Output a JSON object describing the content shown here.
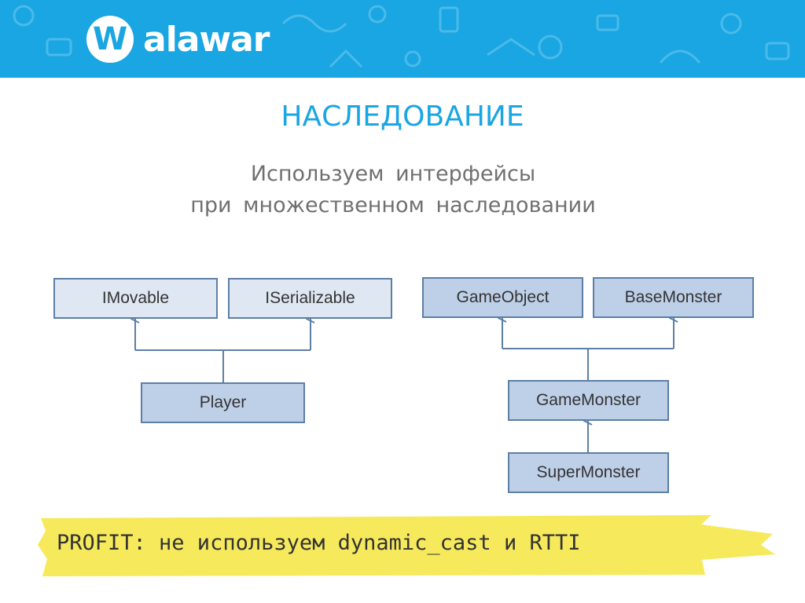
{
  "header": {
    "logo_letter": "W",
    "brand_name": "alawar",
    "brand_color": "#1aa6e2"
  },
  "slide": {
    "title": "НАСЛЕДОВАНИЕ",
    "subtitle_line1": "Используем интерфейсы",
    "subtitle_line2": "при множественном наследовании"
  },
  "diagram_left": {
    "interface_1": "IMovable",
    "interface_2": "ISerializable",
    "child": "Player"
  },
  "diagram_right": {
    "parent_1": "GameObject",
    "parent_2": "BaseMonster",
    "child": "GameMonster",
    "grandchild": "SuperMonster"
  },
  "footer": {
    "profit_text": "PROFIT: не используем dynamic_cast и RTTI",
    "highlight_color": "#f6ea5c"
  }
}
